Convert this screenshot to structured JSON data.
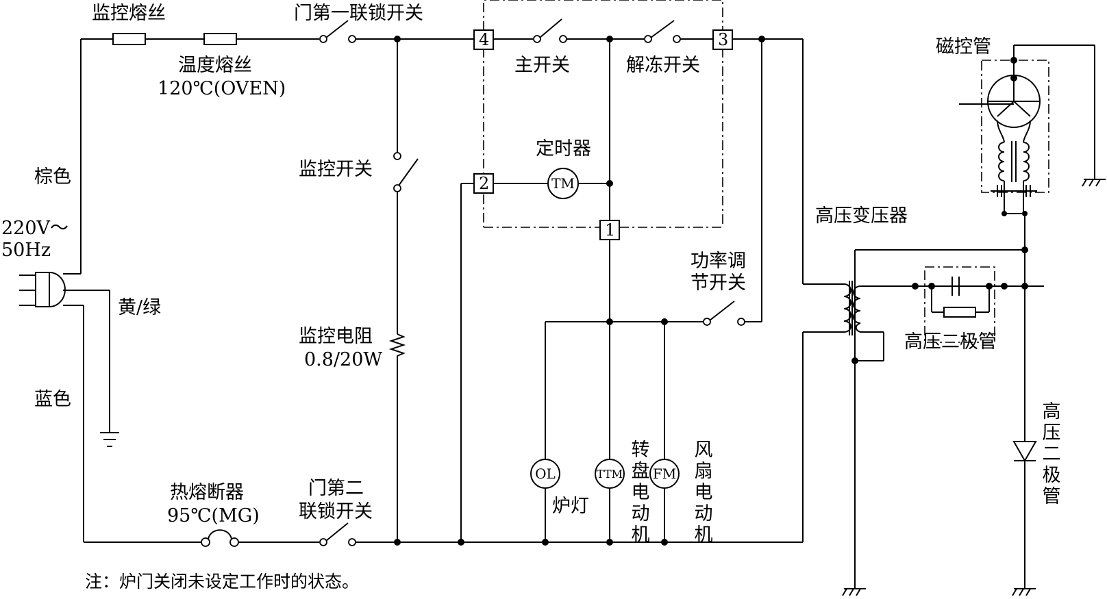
{
  "labels": {
    "fuse_monitor": "监控熔丝",
    "fuse_temp": "温度熔丝",
    "fuse_temp_rating": "120℃(OVEN)",
    "door_switch_1": "门第一联锁开关",
    "main_switch": "主开关",
    "defrost_switch": "解冻开关",
    "magnetron": "磁控管",
    "brown": "棕色",
    "supply_voltage": "220V～",
    "supply_freq": "50Hz",
    "yellow_green": "黄/绿",
    "blue": "蓝色",
    "monitor_switch": "监控开关",
    "timer": "定时器",
    "hv_transformer": "高压变压器",
    "power_switch_line1": "功率调",
    "power_switch_line2": "节开关",
    "monitor_resistor": "监控电阻",
    "monitor_resistor_rating": "0.8/20W",
    "hv_capacitor": "高压二极管",
    "thermal_cutout": "热熔断器",
    "thermal_cutout_rating": "95℃(MG)",
    "door_switch_2_line1": "门第二",
    "door_switch_2_line2": "联锁开关",
    "oven_lamp": "炉灯",
    "turntable_motor": "转盘电动机",
    "fan_motor": "风扇电动机",
    "hv_diode": "高压二极管",
    "note": "注：炉门关闭未设定工作时的状态。"
  },
  "terminals": {
    "t1": "1",
    "t2": "2",
    "t3": "3",
    "t4": "4"
  },
  "symbols": {
    "timer": "TM",
    "lamp": "OL",
    "turntable": "TTM",
    "fan": "FM"
  }
}
